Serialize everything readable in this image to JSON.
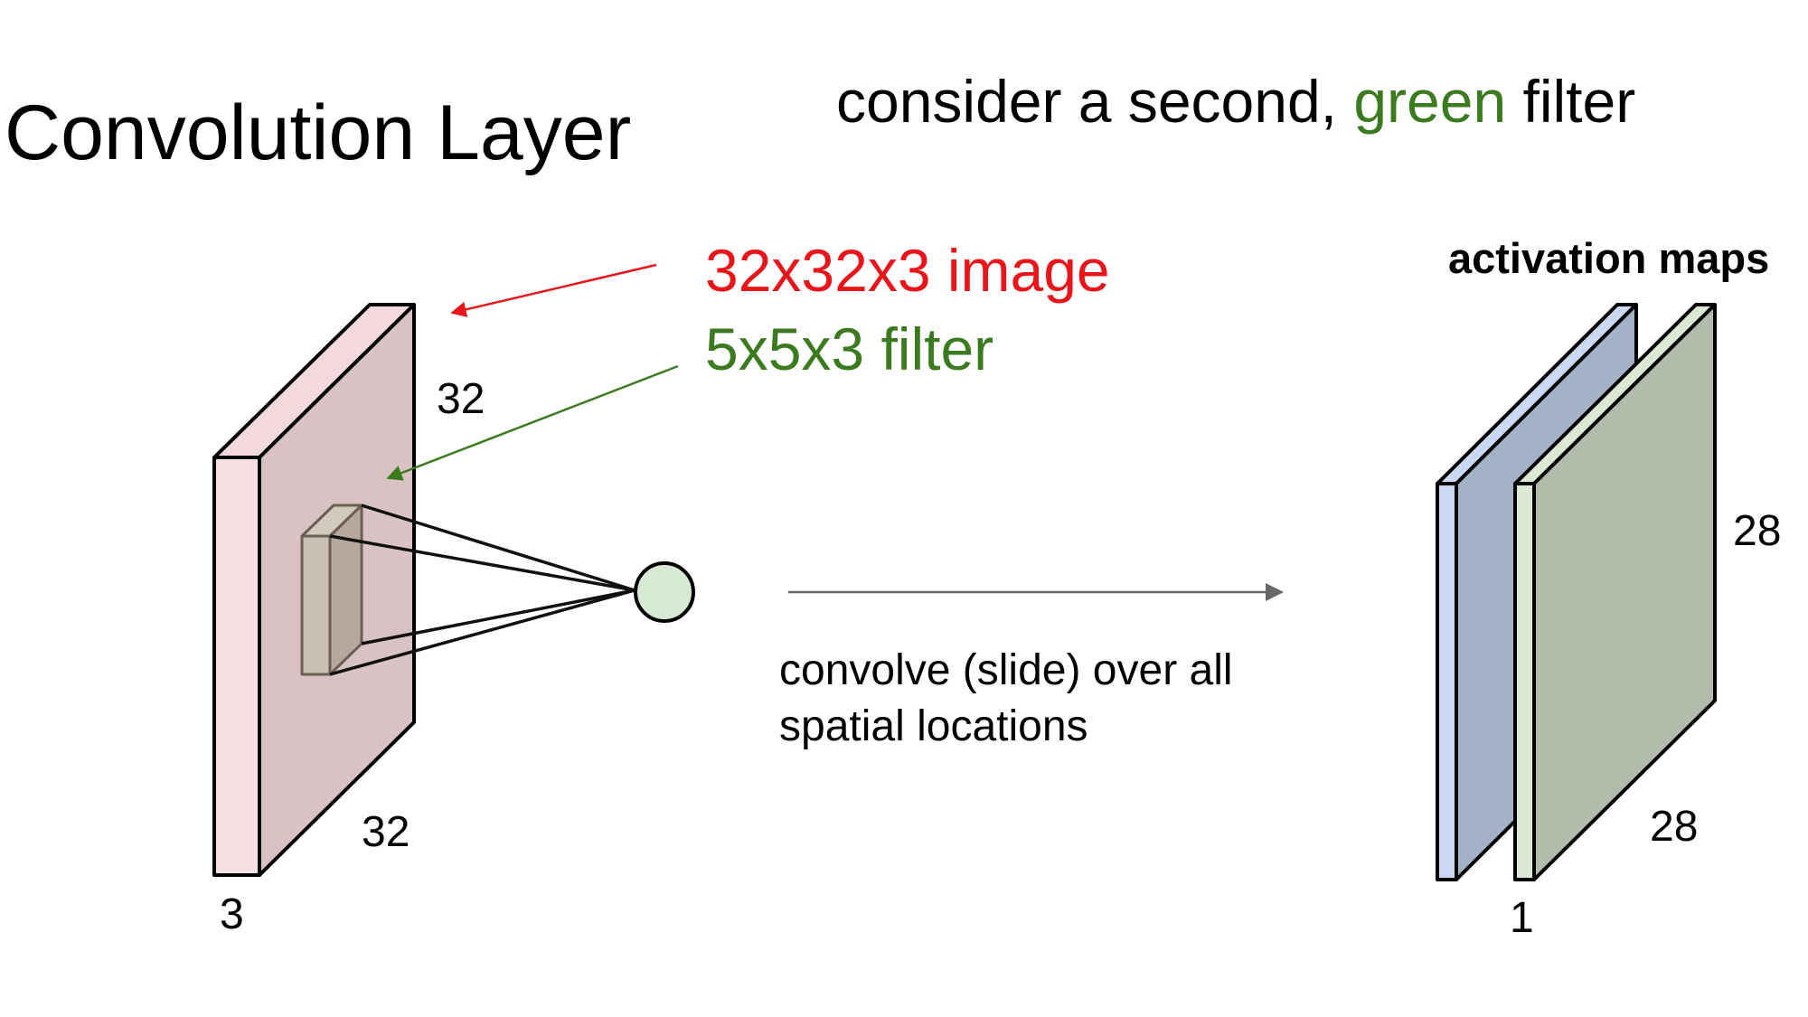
{
  "title": "Convolution Layer",
  "subtitle": {
    "prefix": "consider a second, ",
    "highlight": "green",
    "suffix": " filter"
  },
  "input_image": {
    "label": "32x32x3 image",
    "height_label": "32",
    "width_label": "32",
    "depth_label": "3"
  },
  "filter": {
    "label": "5x5x3 filter"
  },
  "operation": {
    "line1": "convolve (slide) over all",
    "line2": "spatial locations"
  },
  "activation_maps": {
    "label": "activation maps",
    "height_label": "28",
    "width_label": "28",
    "depth_label": "1"
  },
  "colors": {
    "red": "#e8161b",
    "green": "#3b7a1f",
    "image_front": "#f6e0e2",
    "image_side": "#d9c2c4",
    "filter_face": "#c9beb2",
    "neuron": "#d8e9d3",
    "map_blue_edge": "#cbd8f2",
    "map_blue_face": "#a3b1c9",
    "map_green_edge": "#dbe8d4",
    "map_green_face": "#b1bcaa"
  }
}
